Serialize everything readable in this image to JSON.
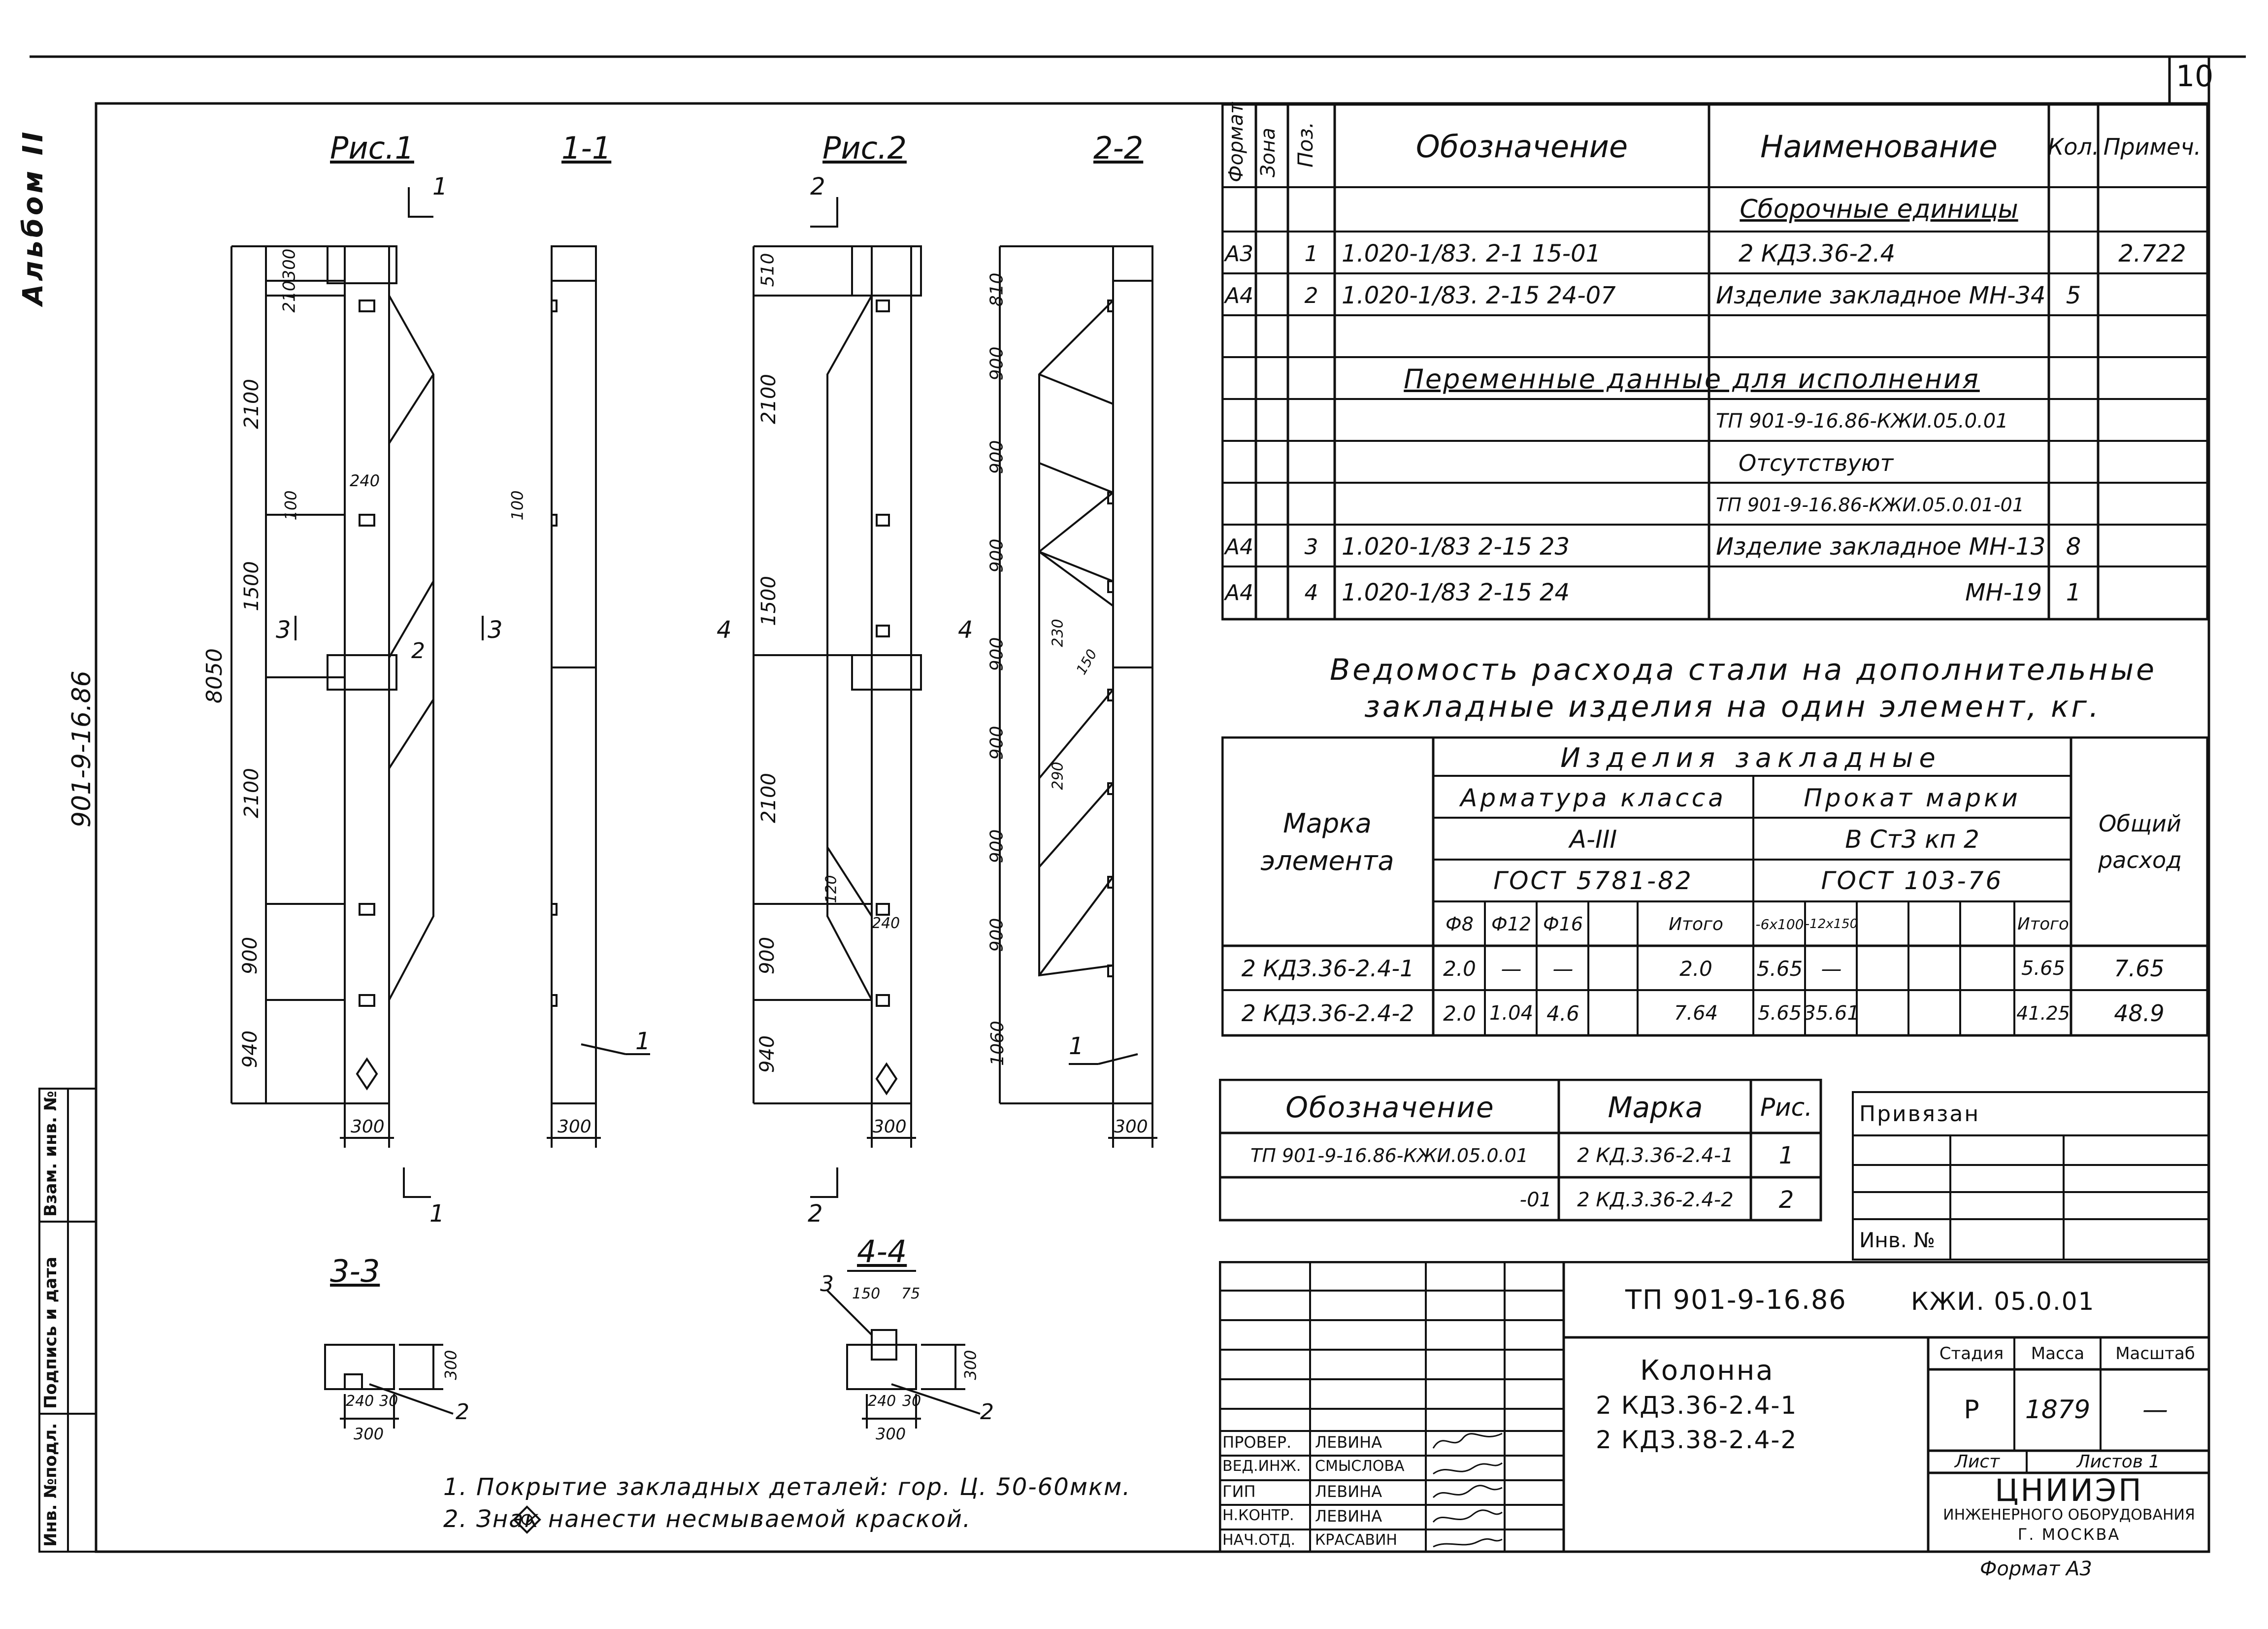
{
  "page_number": "10",
  "side": {
    "album": "Альбом II",
    "project": "901-9-16.86",
    "stamp": [
      "Инв. №подл.",
      "Подпись и дата",
      "Взам. инв. №"
    ]
  },
  "figures": {
    "fig1_title": "Рис.1",
    "sec11_title": "1-1",
    "fig2_title": "Рис.2",
    "sec22_title": "2-2",
    "sec33_title": "3-3",
    "sec44_title": "4-4",
    "dims_fig1": [
      "210",
      "300",
      "2100",
      "1500",
      "8050",
      "2100",
      "900",
      "940",
      "240",
      "100",
      "300"
    ],
    "dims_fig2": [
      "510",
      "2100",
      "1500",
      "2100",
      "900",
      "940",
      "240",
      "120",
      "300"
    ],
    "dims_sec22": [
      "810",
      "900",
      "900",
      "900",
      "900",
      "900",
      "900",
      "900",
      "1060",
      "230",
      "150",
      "290",
      "300"
    ],
    "dims_sec11": [
      "100",
      "300"
    ],
    "dims_sec33": [
      "300",
      "240",
      "30",
      "300"
    ],
    "dims_sec44": [
      "150",
      "75",
      "300",
      "240",
      "30",
      "300"
    ],
    "marks": {
      "cut1": "1",
      "cut2": "2",
      "cut3": "3",
      "cut4": "4",
      "pos1": "1",
      "pos2": "2",
      "pos3": "3"
    }
  },
  "spec": {
    "headers": [
      "Формат",
      "Зона",
      "Поз.",
      "Обозначение",
      "Наименование",
      "Кол.",
      "Примеч."
    ],
    "section1": "Сборочные единицы",
    "section2": "Переменные данные для исполнения",
    "rows": [
      {
        "fmt": "А3",
        "zone": "",
        "pos": "1",
        "desig": "1.020-1/83. 2-1  15-01",
        "name": "2 КДЗ.36-2.4",
        "qty": "",
        "note": "2.722"
      },
      {
        "fmt": "А4",
        "zone": "",
        "pos": "2",
        "desig": "1.020-1/83. 2-15  24-07",
        "name": "Изделие закладное МН-34",
        "qty": "5",
        "note": ""
      },
      {
        "fmt": "",
        "zone": "",
        "pos": "",
        "desig": "",
        "name": "ТП 901-9-16.86-КЖИ.05.0.01",
        "qty": "",
        "note": ""
      },
      {
        "fmt": "",
        "zone": "",
        "pos": "",
        "desig": "",
        "name": "Отсутствуют",
        "qty": "",
        "note": ""
      },
      {
        "fmt": "",
        "zone": "",
        "pos": "",
        "desig": "",
        "name": "ТП 901-9-16.86-КЖИ.05.0.01-01",
        "qty": "",
        "note": ""
      },
      {
        "fmt": "А4",
        "zone": "",
        "pos": "3",
        "desig": "1.020-1/83  2-15  23",
        "name": "Изделие закладное МН-13",
        "qty": "8",
        "note": ""
      },
      {
        "fmt": "А4",
        "zone": "",
        "pos": "4",
        "desig": "1.020-1/83  2-15  24",
        "name": "МН-19",
        "qty": "1",
        "note": ""
      }
    ]
  },
  "steel": {
    "title1": "Ведомость расхода стали на дополнительные",
    "title2": "закладные изделия на один элемент, кг.",
    "h_mark": "Марка элемента",
    "h_items": "Изделия закладные",
    "h_rebar": "Арматура класса",
    "h_rebar_class": "А-III",
    "h_rebar_gost": "ГОСТ 5781-82",
    "h_rolled": "Прокат марки",
    "h_rolled_mark": "В Ст3 кп 2",
    "h_rolled_gost": "ГОСТ 103-76",
    "h_total": "Общий расход",
    "sub": [
      "Ф8",
      "Ф12",
      "Ф16",
      "",
      "Итого",
      "-6x100",
      "-12x150",
      "",
      "",
      "Итого"
    ],
    "rows": [
      {
        "mark": "2 КДЗ.36-2.4-1",
        "v": [
          "2.0",
          "—",
          "—",
          "",
          "2.0",
          "5.65",
          "—",
          "",
          "",
          "5.65"
        ],
        "total": "7.65"
      },
      {
        "mark": "2 КДЗ.36-2.4-2",
        "v": [
          "2.0",
          "1.04",
          "4.6",
          "",
          "7.64",
          "5.65",
          "35.61",
          "",
          "",
          "41.25"
        ],
        "total": "48.9"
      }
    ]
  },
  "marks_table": {
    "headers": [
      "Обозначение",
      "Марка",
      "Рис."
    ],
    "rows": [
      {
        "desig": "ТП 901-9-16.86-КЖИ.05.0.01",
        "mark": "2 КД.3.36-2.4-1",
        "fig": "1"
      },
      {
        "desig": "-01",
        "mark": "2 КД.3.36-2.4-2",
        "fig": "2"
      }
    ]
  },
  "tied": {
    "label": "Привязан",
    "inv": "Инв. №"
  },
  "title_block": {
    "code": "ТП 901-9-16.86",
    "sheet_code": "КЖИ. 05.0.01",
    "name": "Колонна",
    "name2": "2 КДЗ.36-2.4-1",
    "name3": "2 КДЗ.38-2.4-2",
    "stage_h": "Стадия",
    "mass_h": "Масса",
    "scale_h": "Масштаб",
    "stage": "Р",
    "mass": "1879",
    "scale": "—",
    "sheet_h": "Лист",
    "sheets_h": "Листов 1",
    "org1": "ЦНИИЭП",
    "org2": "инженерного оборудования",
    "org3": "г. Москва",
    "format": "Формат А3",
    "roles": [
      {
        "role": "Провер.",
        "name": "Левина"
      },
      {
        "role": "Вед.инж.",
        "name": "Смыслова"
      },
      {
        "role": "ГИП",
        "name": "Левина"
      },
      {
        "role": "Н.контр.",
        "name": "Левина"
      },
      {
        "role": "Нач.отд.",
        "name": "Красавин"
      }
    ]
  },
  "notes": [
    "1. Покрытие закладных деталей: гор. Ц. 50-60мкм.",
    "2. Знак      нанести несмываемой краской."
  ]
}
